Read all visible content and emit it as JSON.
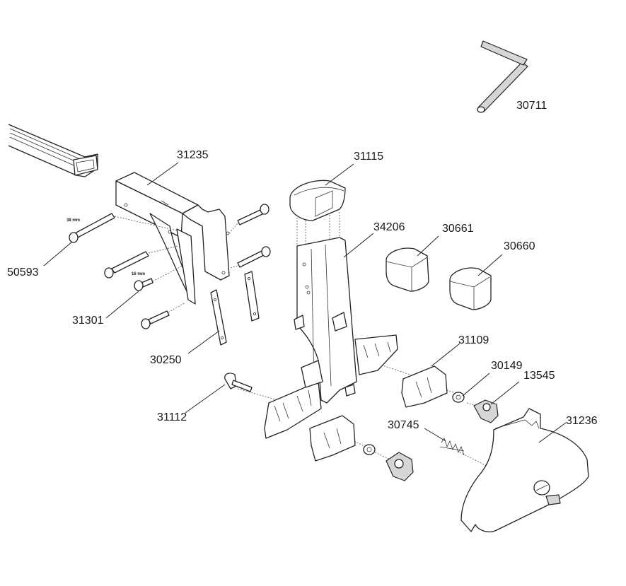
{
  "labels": {
    "p30711": "30711",
    "p31235": "31235",
    "p31115": "31115",
    "p34206": "34206",
    "p30661": "30661",
    "p30660": "30660",
    "p50593": "50593",
    "p31301": "31301",
    "p30250": "30250",
    "p31109": "31109",
    "p30149": "30149",
    "p13545": "13545",
    "p31112": "31112",
    "p30745": "30745",
    "p31236": "31236"
  },
  "dimensions": {
    "d38": "38 mm",
    "d16": "16 mm"
  }
}
